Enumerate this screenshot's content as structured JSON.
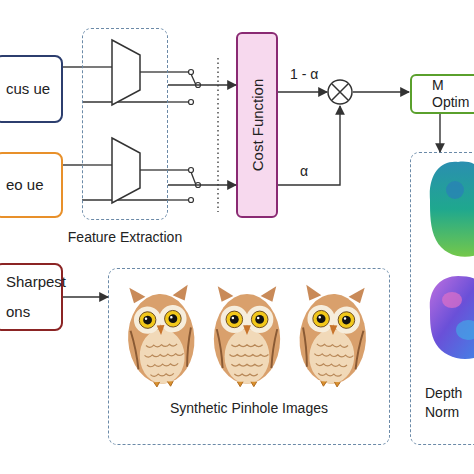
{
  "diagram": {
    "nodes": [
      {
        "text": [
          "cus ue"
        ]
      },
      {
        "text": [
          "eo ue"
        ]
      },
      {
        "text": [
          "Feature Extraction"
        ]
      },
      {
        "text": [
          "Cost Function"
        ]
      },
      {
        "text": [
          "M Optim"
        ]
      },
      {
        "text": [
          "Depth Norm"
        ]
      },
      {
        "text": [
          "Sharpest ons"
        ]
      },
      {
        "text": [
          "Synthetic Pinhole Images"
        ]
      }
    ],
    "edges": [
      {
        "from": 0,
        "to": 2,
        "arrow": "none"
      },
      {
        "from": 1,
        "to": 2,
        "arrow": "none"
      },
      {
        "from": 2,
        "to": 3,
        "arrow": "to"
      },
      {
        "from": 2,
        "to": 3,
        "arrow": "to"
      },
      {
        "from": 6,
        "to": 7,
        "arrow": "to"
      },
      {
        "from": 4,
        "to": 5,
        "arrow": "to"
      }
    ],
    "labels": [
      "1 - α",
      "α"
    ]
  }
}
